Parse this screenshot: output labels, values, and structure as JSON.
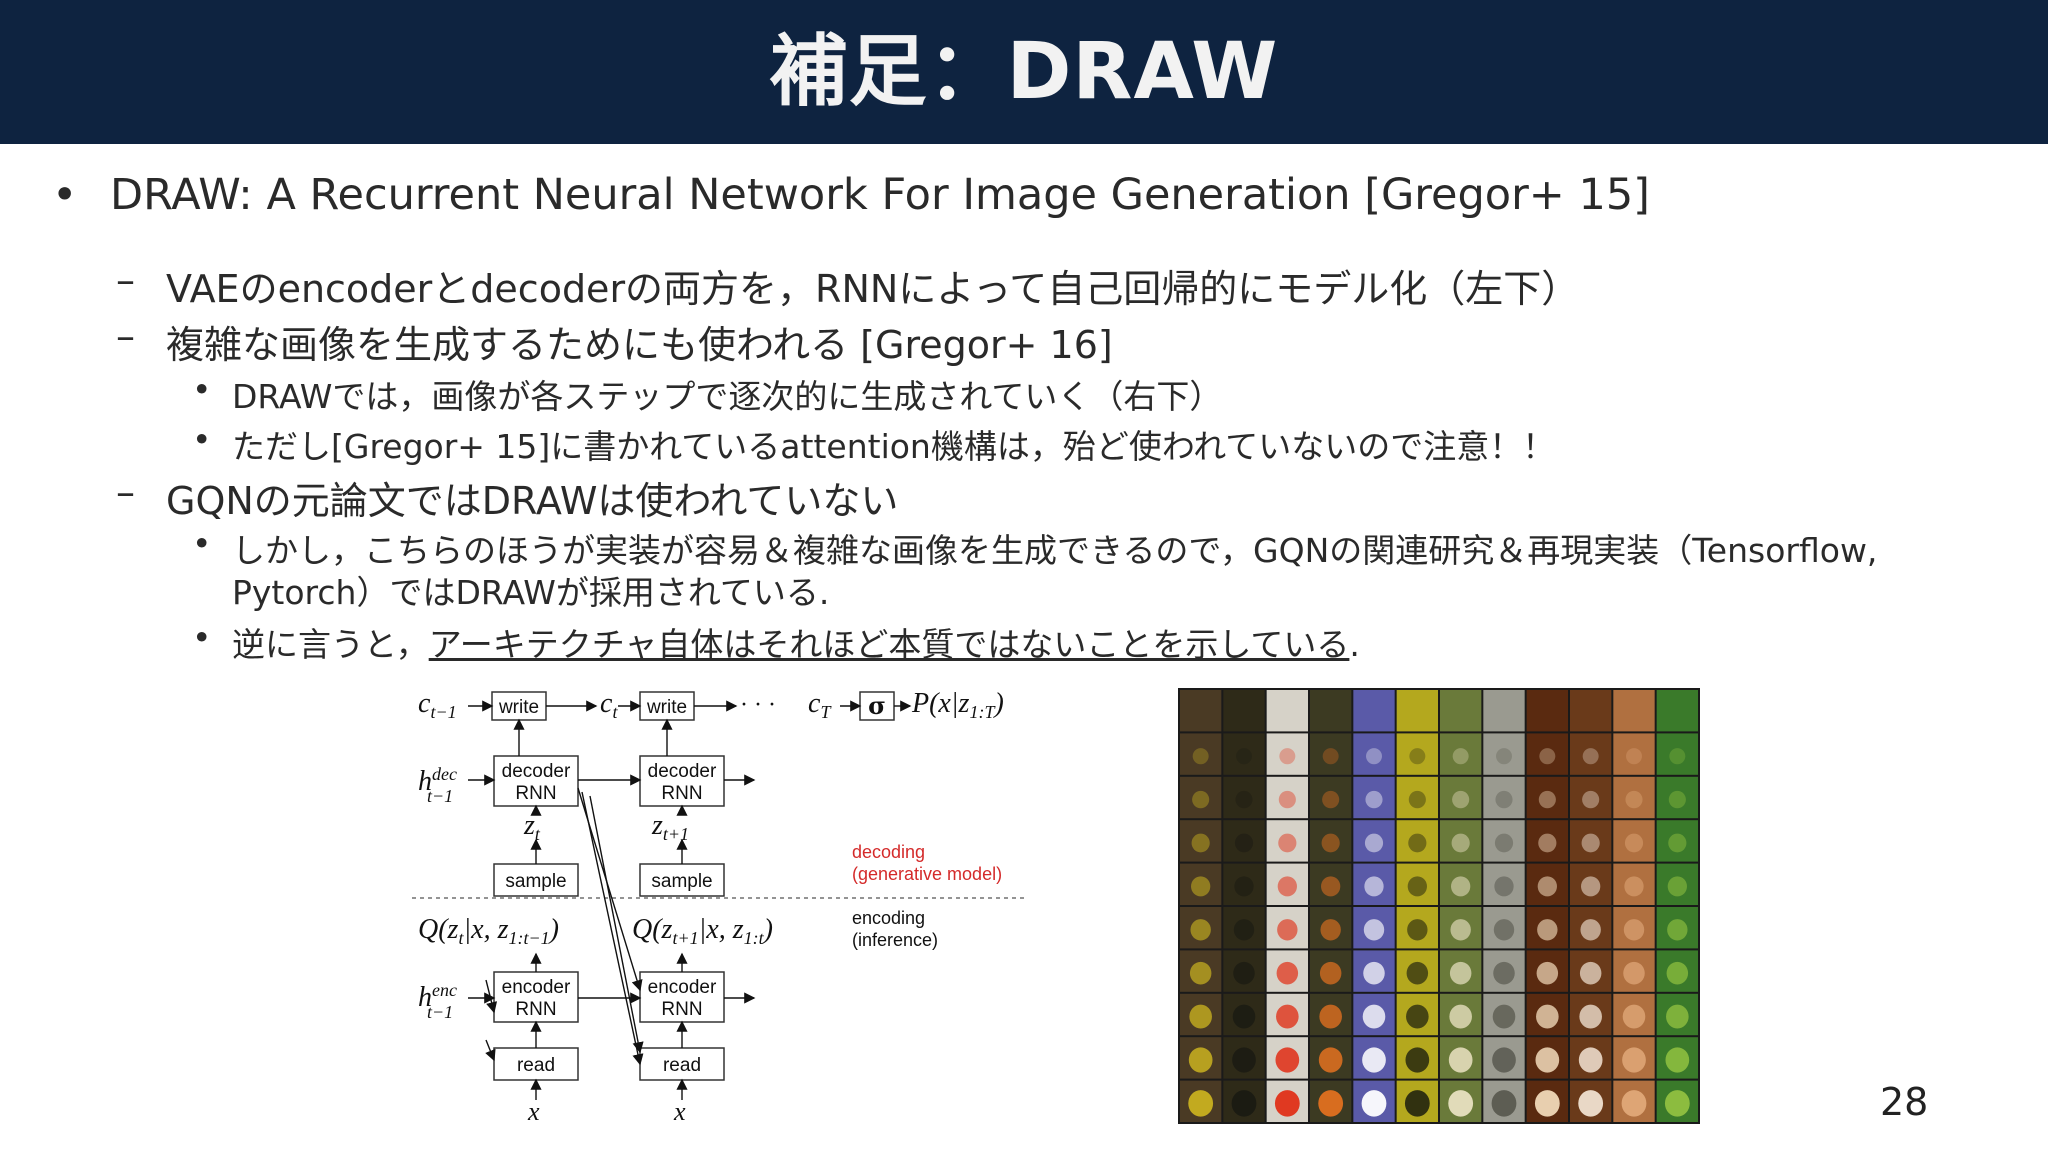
{
  "slide": {
    "title": "補足：DRAW",
    "page_number": "28"
  },
  "bullets": {
    "b1": "DRAW: A Recurrent Neural Network For Image Generation [Gregor+ 15]",
    "b1_1": "VAEのencoderとdecoderの両方を，RNNによって自己回帰的にモデル化（左下）",
    "b1_2": "複雑な画像を生成するためにも使われる [Gregor+ 16]",
    "b1_2_1": "DRAWでは，画像が各ステップで逐次的に生成されていく（右下）",
    "b1_2_2": "ただし[Gregor+ 15]に書かれているattention機構は，殆ど使われていないので注意！！",
    "b1_3": "GQNの元論文ではDRAWは使われていない",
    "b1_3_1a": "しかし，こちらのほうが実装が容易＆複雑な画像を生成できるので，GQNの関連研究＆再現実装（Tensorflow,",
    "b1_3_1b": "Pytorch）ではDRAWが採用されている.",
    "b1_3_2_prefix": "逆に言うと，",
    "b1_3_2_underlined": "アーキテクチャ自体はそれほど本質ではないことを示している",
    "b1_3_2_suffix": "."
  },
  "diagram": {
    "c_prev": "c",
    "c_prev_sub": "t−1",
    "c_t": "c",
    "c_t_sub": "t",
    "dots": "· · ·",
    "c_T": "c",
    "c_T_sub": "T",
    "sigma": "σ",
    "p_out": "P(x|z",
    "p_out_sub": "1:T",
    "p_out_close": ")",
    "write": "write",
    "decoder_rnn_1": "decoder",
    "decoder_rnn_2": "RNN",
    "h_dec": "h",
    "h_dec_sup": "dec",
    "h_dec_sub": "t−1",
    "z_t": "z",
    "z_t_sub": "t",
    "z_t1": "z",
    "z_t1_sub": "t+1",
    "sample": "sample",
    "decoding_1": "decoding",
    "decoding_2": "(generative model)",
    "encoding_1": "encoding",
    "encoding_2": "(inference)",
    "q1": "Q(z",
    "q1_sub1": "t",
    "q1_mid": "|x, z",
    "q1_sub2": "1:t−1",
    "q1_close": ")",
    "q2": "Q(z",
    "q2_sub1": "t+1",
    "q2_mid": "|x, z",
    "q2_sub2": "1:t",
    "q2_close": ")",
    "encoder_rnn_1": "encoder",
    "encoder_rnn_2": "RNN",
    "h_enc": "h",
    "h_enc_sup": "enc",
    "h_enc_sub": "t−1",
    "read": "read",
    "x": "x"
  },
  "colors": {
    "header_bg": "#0e2340",
    "title_text": "#f2f2f2",
    "decoding_label": "#d42a2a"
  },
  "image_grid": {
    "rows": 10,
    "columns": 12,
    "column_colors": [
      "#4a3a24",
      "#2e2a18",
      "#d6d2c8",
      "#3c3a22",
      "#5a5aa8",
      "#b4a81e",
      "#6a7a3a",
      "#9a9a90",
      "#5a2a10",
      "#6a3a1a",
      "#b07040",
      "#3a7a2a"
    ],
    "accent_colors": [
      "#c8b020",
      "#1a1a12",
      "#e03018",
      "#e07020",
      "#ffffff",
      "#2a2a10",
      "#e8e0c0",
      "#5a5a50",
      "#f0d8b8",
      "#f0e0d0",
      "#e0a878",
      "#90c040"
    ]
  }
}
